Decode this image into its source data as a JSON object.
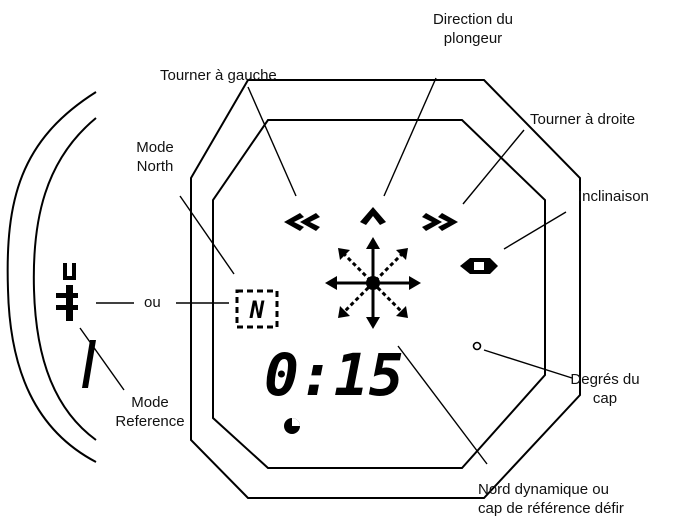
{
  "labels": {
    "direction_du_plongeur": [
      "Direction du",
      "plongeur"
    ],
    "tourner_a_gauche": "Tourner à gauche",
    "tourner_a_droite": "Tourner à droite",
    "mode_north": [
      "Mode",
      "North"
    ],
    "inclinaison": "Inclinaison",
    "ou": "ou",
    "degres_du_cap": [
      "Degrés du",
      "cap"
    ],
    "mode_reference": [
      "Mode",
      "Reference"
    ],
    "nord_dynamique": [
      "Nord dynamique ou",
      "cap de référence défir"
    ]
  },
  "display": {
    "time": "0:15",
    "north_symbol": "N"
  },
  "icons": [
    "left-chevron-icon",
    "up-chevron-icon",
    "right-chevron-icon",
    "compass-rose-icon",
    "tilt-icon",
    "timer-icon",
    "north-mode-icon",
    "reference-mode-icon"
  ]
}
